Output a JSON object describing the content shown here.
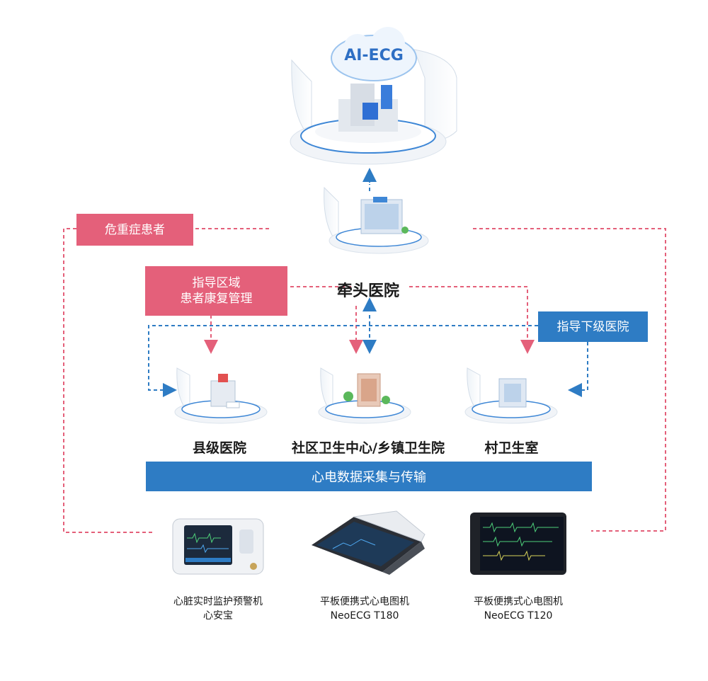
{
  "cloud": {
    "text": "AI-ECG"
  },
  "tags": {
    "critical": "危重症患者",
    "guide_region_1": "指导区域",
    "guide_region_2": "患者康复管理",
    "guide_lower": "指导下级医院"
  },
  "nodes": {
    "lead_hospital": "牵头医院",
    "county": "县级医院",
    "community": "社区卫生中心/乡镇卫生院",
    "village": "村卫生室"
  },
  "bar": {
    "text": "心电数据采集与传输"
  },
  "devices": [
    {
      "line1": "心脏实时监护预警机",
      "line2": "心安宝"
    },
    {
      "line1": "平板便携式心电图机",
      "line2": "NeoECG T180"
    },
    {
      "line1": "平板便携式心电图机",
      "line2": "NeoECG T120"
    }
  ],
  "colors": {
    "pink": "#e4607a",
    "blue": "#2e7cc4"
  }
}
